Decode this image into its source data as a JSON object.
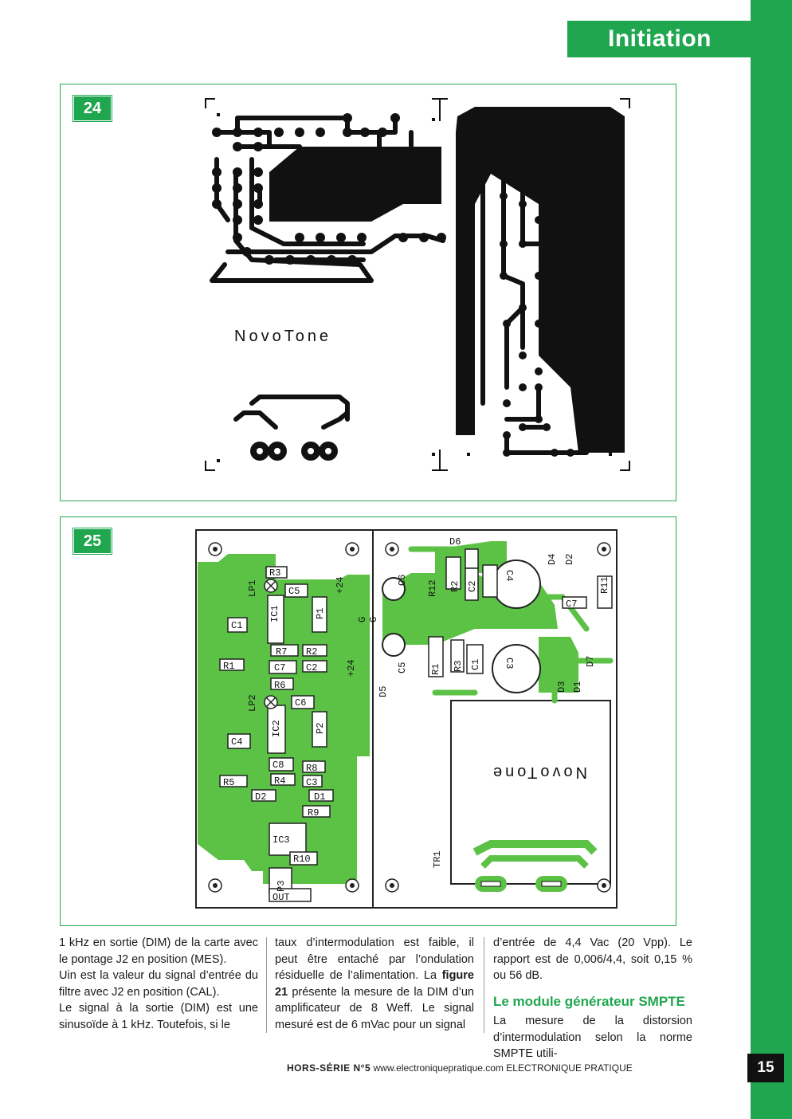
{
  "header": {
    "section_label": "Initiation"
  },
  "figures": {
    "fig24": {
      "number": "24",
      "brand": "NovoTone"
    },
    "fig25": {
      "number": "25",
      "brand": "NovoTone",
      "labels": [
        "R3",
        "LP1",
        "C5",
        "IC1",
        "P1",
        "C1",
        "R7",
        "R2",
        "R1",
        "C7",
        "C2",
        "R6",
        "LP2",
        "C6",
        "IC2",
        "P2",
        "C4",
        "C8",
        "R8",
        "R5",
        "R4",
        "C3",
        "D2",
        "D1",
        "R9",
        "IC3",
        "R10",
        "P3",
        "OUT",
        "+24",
        "+24",
        "G",
        "G",
        "D6",
        "C6",
        "R2",
        "C2",
        "R12",
        "C4",
        "D4",
        "D2",
        "R11",
        "C7",
        "D7",
        "D5",
        "C5",
        "R1",
        "R3",
        "C1",
        "C3",
        "D3",
        "D1",
        "TR1"
      ]
    }
  },
  "body": {
    "col1": [
      "1 kHz en sortie (DIM) de la carte avec le pontage J2 en position (MES).",
      "Uin est la valeur du signal d’entrée du filtre avec J2 en position (CAL).",
      "Le signal à la sortie (DIM) est une sinusoïde à 1 kHz. Toutefois, si le"
    ],
    "col2_before_bold": "taux d’intermodulation est faible, il peut être entaché par l’ondulation résiduelle de l’alimentation. La ",
    "col2_bold": "figure 21",
    "col2_after_bold": " présente la mesure de la DIM d’un amplificateur de 8 Weff. Le signal mesuré est de 6 mVac pour un signal",
    "col3_para": "d’entrée de 4,4 Vac (20 Vpp). Le rapport est de 0,006/4,4, soit 0,15 % ou 56 dB.",
    "col3_heading": "Le module générateur SMPTE",
    "col3_para2": "La mesure de la distorsion d’intermodulation selon la norme SMPTE utili-"
  },
  "footer": {
    "series": "HORS-SÉRIE N°5",
    "url": "www.electroniquepratique.com",
    "magazine": "ELECTRONIQUE PRATIQUE",
    "page": "15"
  },
  "colors": {
    "accent": "#1fa64f",
    "pcb_copper": "#111111",
    "pcb_green": "#5cc246"
  }
}
